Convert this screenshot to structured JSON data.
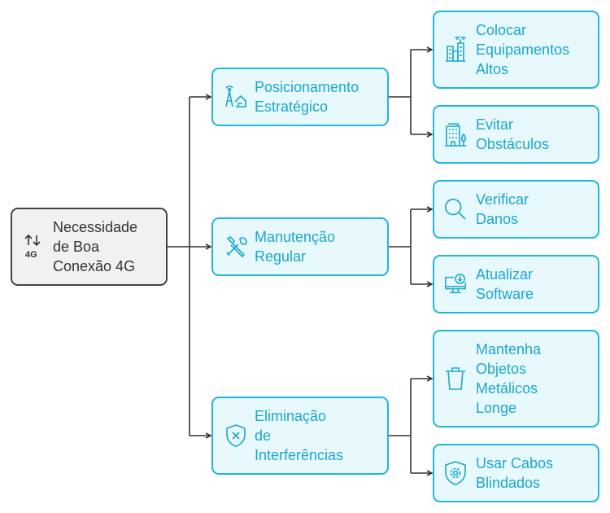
{
  "root": {
    "label": "Necessidade\nde Boa\nConexão 4G",
    "icon": "4g-signal-icon"
  },
  "branches": [
    {
      "label": "Posicionamento\nEstratégico",
      "icon": "antenna-house-icon",
      "children": [
        {
          "label": "Colocar\nEquipamentos\nAltos",
          "icon": "tall-buildings-signal-icon"
        },
        {
          "label": "Evitar\nObstáculos",
          "icon": "building-tree-icon"
        }
      ]
    },
    {
      "label": "Manutenção\nRegular",
      "icon": "tools-icon",
      "children": [
        {
          "label": "Verificar\nDanos",
          "icon": "magnifier-icon"
        },
        {
          "label": "Atualizar\nSoftware",
          "icon": "monitor-download-icon"
        }
      ]
    },
    {
      "label": "Eliminação\nde\nInterferências",
      "icon": "shield-x-icon",
      "children": [
        {
          "label": "Mantenha\nObjetos\nMetálicos\nLonge",
          "icon": "trash-icon"
        },
        {
          "label": "Usar Cabos\nBlindados",
          "icon": "shield-gear-icon"
        }
      ]
    }
  ],
  "colors": {
    "accent": "#22b6d8",
    "text": "#1aa7cc",
    "fill": "#e8f9fe",
    "root_fill": "#f1f1f1",
    "root_border": "#444444",
    "line": "#333333"
  }
}
